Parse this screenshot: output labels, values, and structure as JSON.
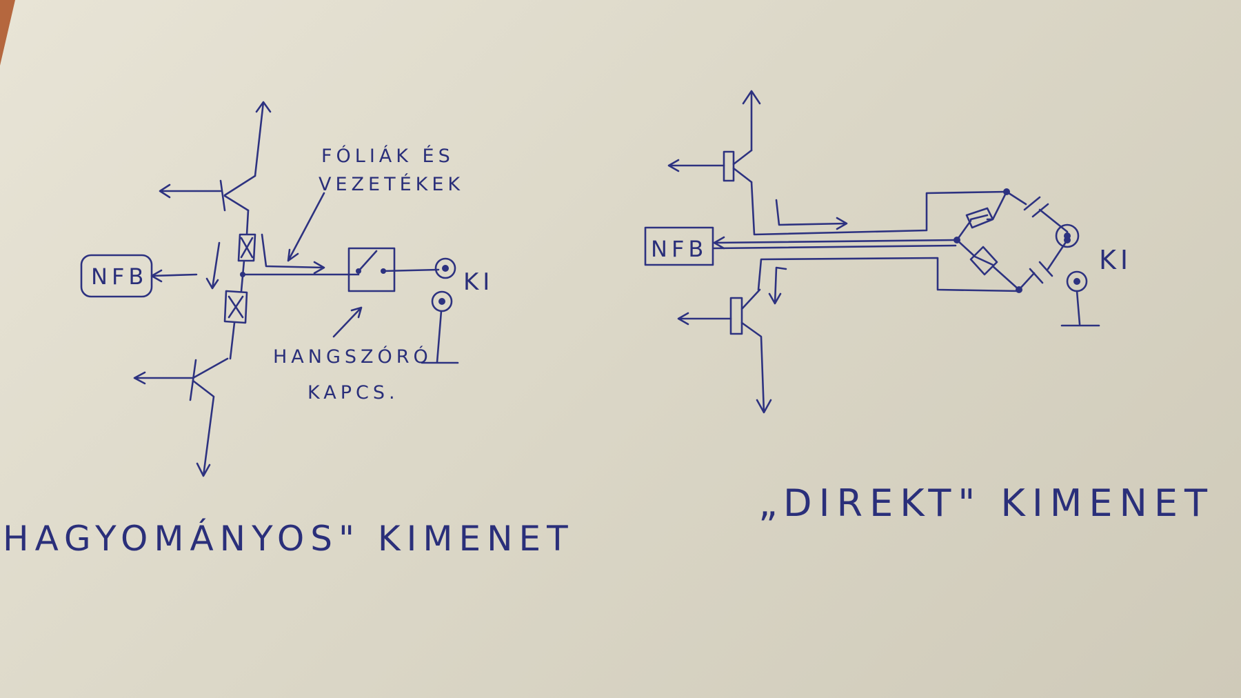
{
  "left_circuit": {
    "nfb_label": "NFB",
    "wire_note_line1": "FÓLIÁK ÉS",
    "wire_note_line2": "VEZETÉKEK",
    "switch_note_line1": "HANGSZÓRÓ",
    "switch_note_line2": "KAPCS.",
    "output_label": "KI",
    "caption": "HAGYOMÁNYOS\" KIMENET"
  },
  "right_circuit": {
    "nfb_label": "NFB",
    "output_label": "KI",
    "caption": "„DIREKT\" KIMENET"
  },
  "colors": {
    "ink": "#2d3280",
    "paper": "#e3dfd0",
    "table": "#b5673e"
  }
}
